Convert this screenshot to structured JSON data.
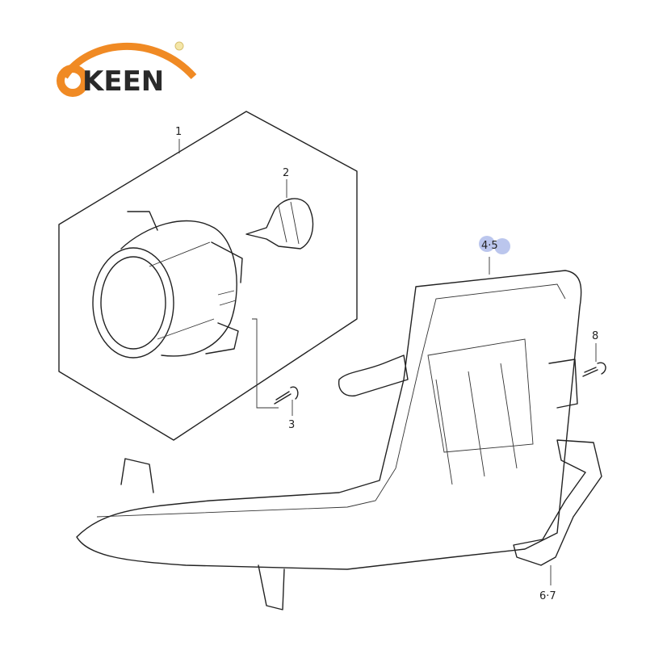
{
  "logo": {
    "text": "KEEN",
    "colors": {
      "orange": "#f08a24",
      "dark": "#2a2a2a"
    }
  },
  "callouts": [
    {
      "id": "part-1",
      "label": "1"
    },
    {
      "id": "part-2",
      "label": "2"
    },
    {
      "id": "part-3",
      "label": "3"
    },
    {
      "id": "part-4-5",
      "label": "4·5",
      "highlight": "#aab8e8"
    },
    {
      "id": "part-8",
      "label": "8"
    },
    {
      "id": "part-6-7",
      "label": "6·7"
    }
  ]
}
